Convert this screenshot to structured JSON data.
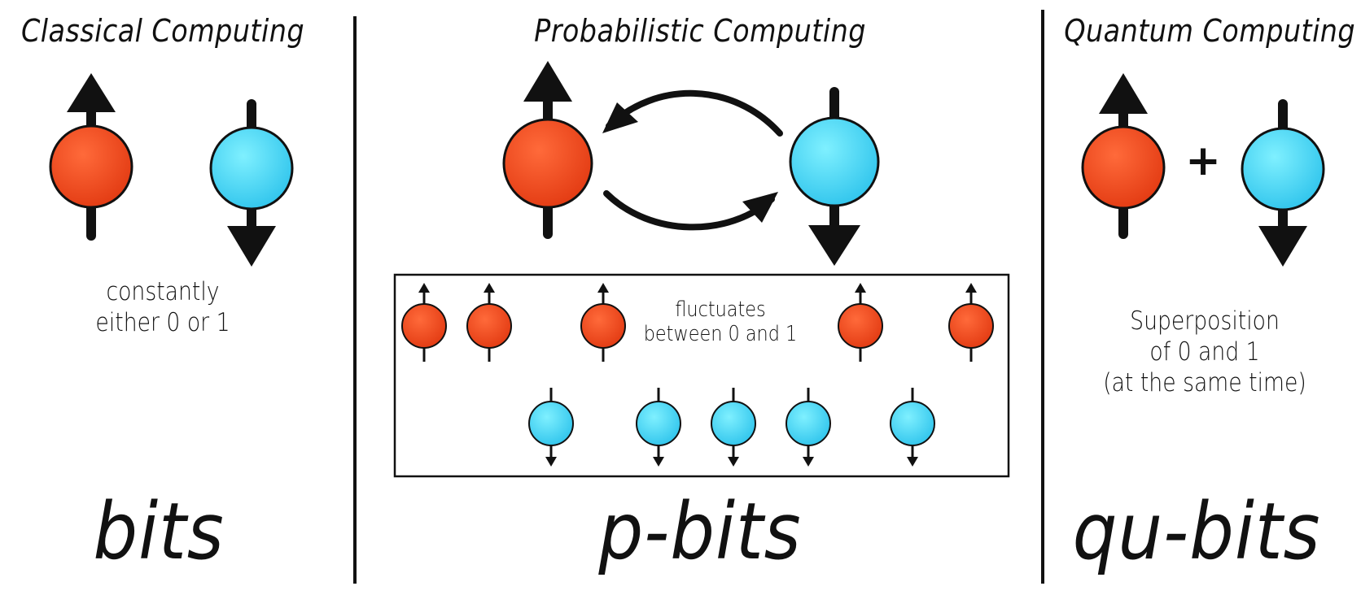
{
  "columns": [
    {
      "id": "classical",
      "title": "Classical Computing",
      "caption": "constantly\neither 0 or 1",
      "label": "bits"
    },
    {
      "id": "probabilistic",
      "title": "Probabilistic Computing",
      "caption": "fluctuates\nbetween 0 and 1",
      "label": "p-bits"
    },
    {
      "id": "quantum",
      "title": "Quantum Computing",
      "caption": "Superposition\nof 0 and 1\n(at the same time)",
      "label": "qu-bits",
      "operator": "+"
    }
  ],
  "colors": {
    "spin_up": "#f0451c",
    "spin_down": "#3dd3f2",
    "ink": "#111111"
  }
}
